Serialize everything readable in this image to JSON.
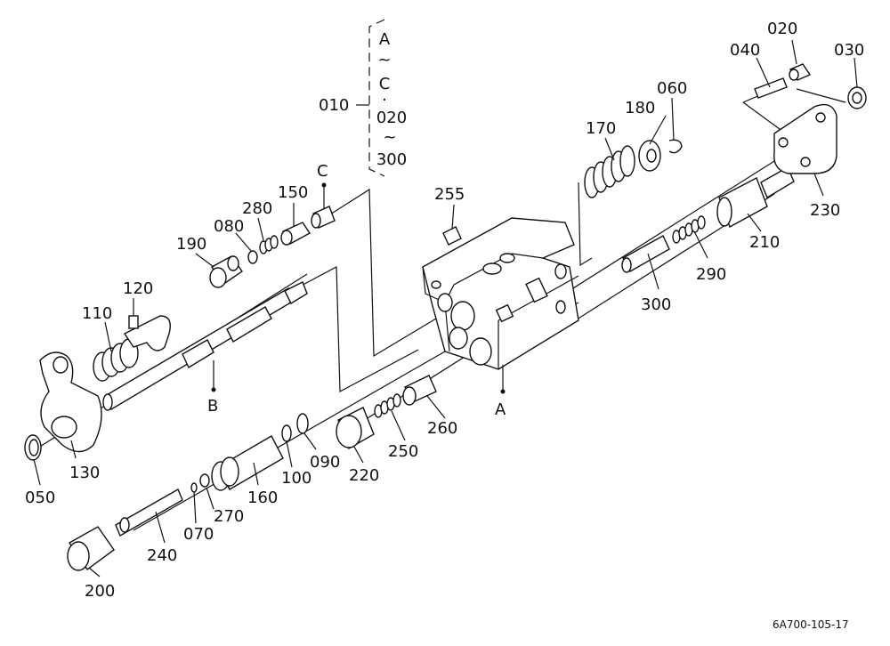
{
  "labels": {
    "p010": "010",
    "p020": "020",
    "p030": "030",
    "p040": "040",
    "p050": "050",
    "p060": "060",
    "p070": "070",
    "p080": "080",
    "p090": "090",
    "p100": "100",
    "p110": "110",
    "p120": "120",
    "p130": "130",
    "p150": "150",
    "p160": "160",
    "p170": "170",
    "p180": "180",
    "p190": "190",
    "p200": "200",
    "p210": "210",
    "p220": "220",
    "p230": "230",
    "p240": "240",
    "p250": "250",
    "p255": "255",
    "p260": "260",
    "p270": "270",
    "p280": "280",
    "p290": "290",
    "p300": "300"
  },
  "bracket": {
    "a": "A",
    "tilde1": "~",
    "c": "C",
    "dot": "·",
    "n020": "020",
    "tilde2": "~",
    "n300": "300"
  },
  "refs": {
    "a": "A",
    "b": "B",
    "c": "C"
  },
  "code": "6A700-105-17"
}
